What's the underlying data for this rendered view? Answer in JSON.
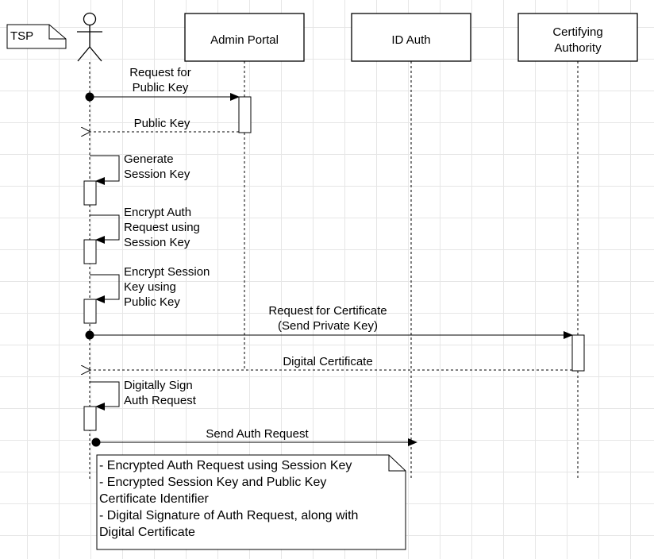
{
  "participants": {
    "tsp": "TSP",
    "admin": "Admin Portal",
    "idauth": "ID Auth",
    "ca_line1": "Certifying",
    "ca_line2": "Authority"
  },
  "messages": {
    "req_pub_1": "Request for",
    "req_pub_2": "Public Key",
    "pub_key": "Public Key",
    "gen_1": "Generate",
    "gen_2": "Session Key",
    "enc_auth_1": "Encrypt Auth",
    "enc_auth_2": "Request using",
    "enc_auth_3": "Session Key",
    "enc_sess_1": "Encrypt Session",
    "enc_sess_2": "Key using",
    "enc_sess_3": "Public Key",
    "req_cert_1": "Request for Certificate",
    "req_cert_2": "(Send Private Key)",
    "dig_cert": "Digital Certificate",
    "sign_1": "Digitally Sign",
    "sign_2": "Auth Request",
    "send_auth": "Send Auth Request"
  },
  "note": {
    "line1": "- Encrypted Auth Request using Session Key",
    "line2": "- Encrypted Session Key and Public Key",
    "line3": "Certificate Identifier",
    "line4": "- Digital Signature of Auth Request, along with",
    "line5": "Digital Certificate"
  }
}
